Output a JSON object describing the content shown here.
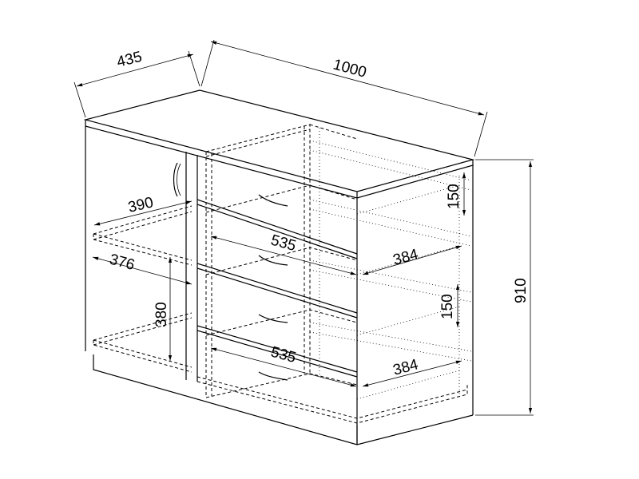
{
  "dimensions": {
    "depth": "435",
    "width": "1000",
    "height": "910",
    "drawer_height_top": "150",
    "drawer_height_lower": "150",
    "shelf_depth_upper": "390",
    "shelf_depth_lower": "376",
    "shelf_spacing": "380",
    "drawer_width_upper": "535",
    "drawer_width_lower": "535",
    "drawer_depth_upper": "384",
    "drawer_depth_lower": "384"
  }
}
